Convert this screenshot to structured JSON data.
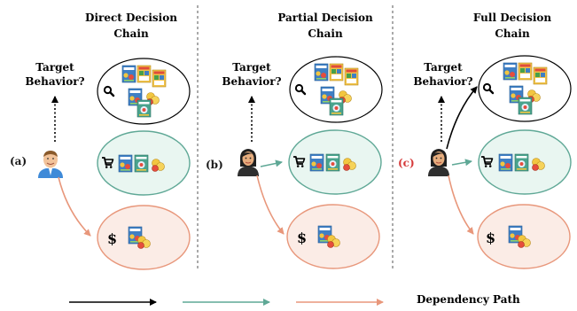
{
  "panels": [
    {
      "id": "a",
      "title_line1": "Direct Decision",
      "title_line2": "Chain",
      "label": "(a)",
      "label_color": "#1a1a1a",
      "target_line1": "Target",
      "target_line2": "Behavior?",
      "avatar": "man-avatar-icon",
      "stage_icons": [
        "search-icon",
        "cart-icon",
        "dollar-icon"
      ]
    },
    {
      "id": "b",
      "title_line1": "Partial Decision",
      "title_line2": "Chain",
      "label": "(b)",
      "label_color": "#1a1a1a",
      "target_line1": "Target",
      "target_line2": "Behavior?",
      "avatar": "woman-avatar-icon",
      "stage_icons": [
        "search-icon",
        "cart-icon",
        "dollar-icon"
      ]
    },
    {
      "id": "c",
      "title_line1": "Full Decision",
      "title_line2": "Chain",
      "label": "(c)",
      "label_color": "#d63a3a",
      "target_line1": "Target",
      "target_line2": "Behavior?",
      "avatar": "woman-avatar-icon",
      "stage_icons": [
        "search-icon",
        "cart-icon",
        "dollar-icon"
      ]
    }
  ],
  "legend": {
    "label": "Dependency Path",
    "colors": [
      "#000000",
      "#5fa896",
      "#e8977b"
    ]
  },
  "colors": {
    "search_ellipse": "#000000",
    "cart_ellipse": "#5fa896",
    "buy_ellipse": "#e8977b",
    "cart_fill": "#e9f6f1",
    "buy_fill": "#fbece6"
  }
}
